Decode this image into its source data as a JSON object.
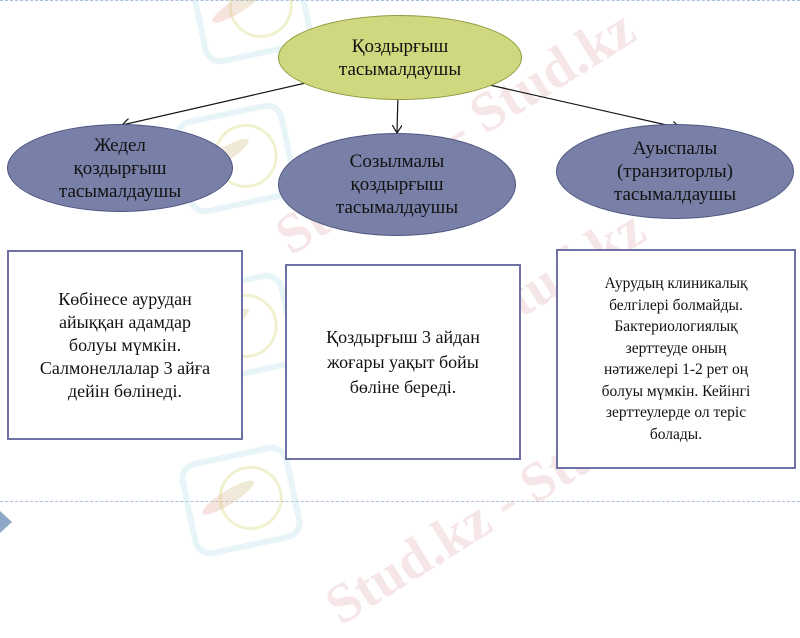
{
  "diagram": {
    "root": {
      "label": "Қоздырғыш\nтасымалдаушы",
      "color": "#cfd77f"
    },
    "types": [
      {
        "id": "acute",
        "label": "Жедел\nқоздырғыш\nтасымалдаушы",
        "color": "#7980a8",
        "description": "Көбінесе аурудан\nайыққан  адамдар\nболуы мүмкін.\nСалмонеллалар 3 айға\nдейін бөлінеді."
      },
      {
        "id": "chronic",
        "label": "Созылмалы\nқоздырғыш\nтасымалдаушы",
        "color": "#7980a8",
        "description": "Қоздырғыш 3 айдан\nжоғары уақыт  бойы\nбөліне береді."
      },
      {
        "id": "transient",
        "label": "Ауыспалы\n(транзиторлы)\nтасымалдаушы",
        "color": "#7980a8",
        "description": "Аурудың клиникалық\nбелгілері болмайды.\nБактериологиялық\nзерттеуде оның\nнәтижелері 1-2 рет оң\nболуы мүмкін. Кейінгі\nзерттеулерде ол теріс\nболады."
      }
    ]
  },
  "watermark": {
    "text": "Stud.kz - Stud.kz"
  },
  "colors": {
    "root_fill": "#cfd77f",
    "node_fill": "#7980a8",
    "box_border": "#6e72a6",
    "dash": "#a9bfdc"
  }
}
